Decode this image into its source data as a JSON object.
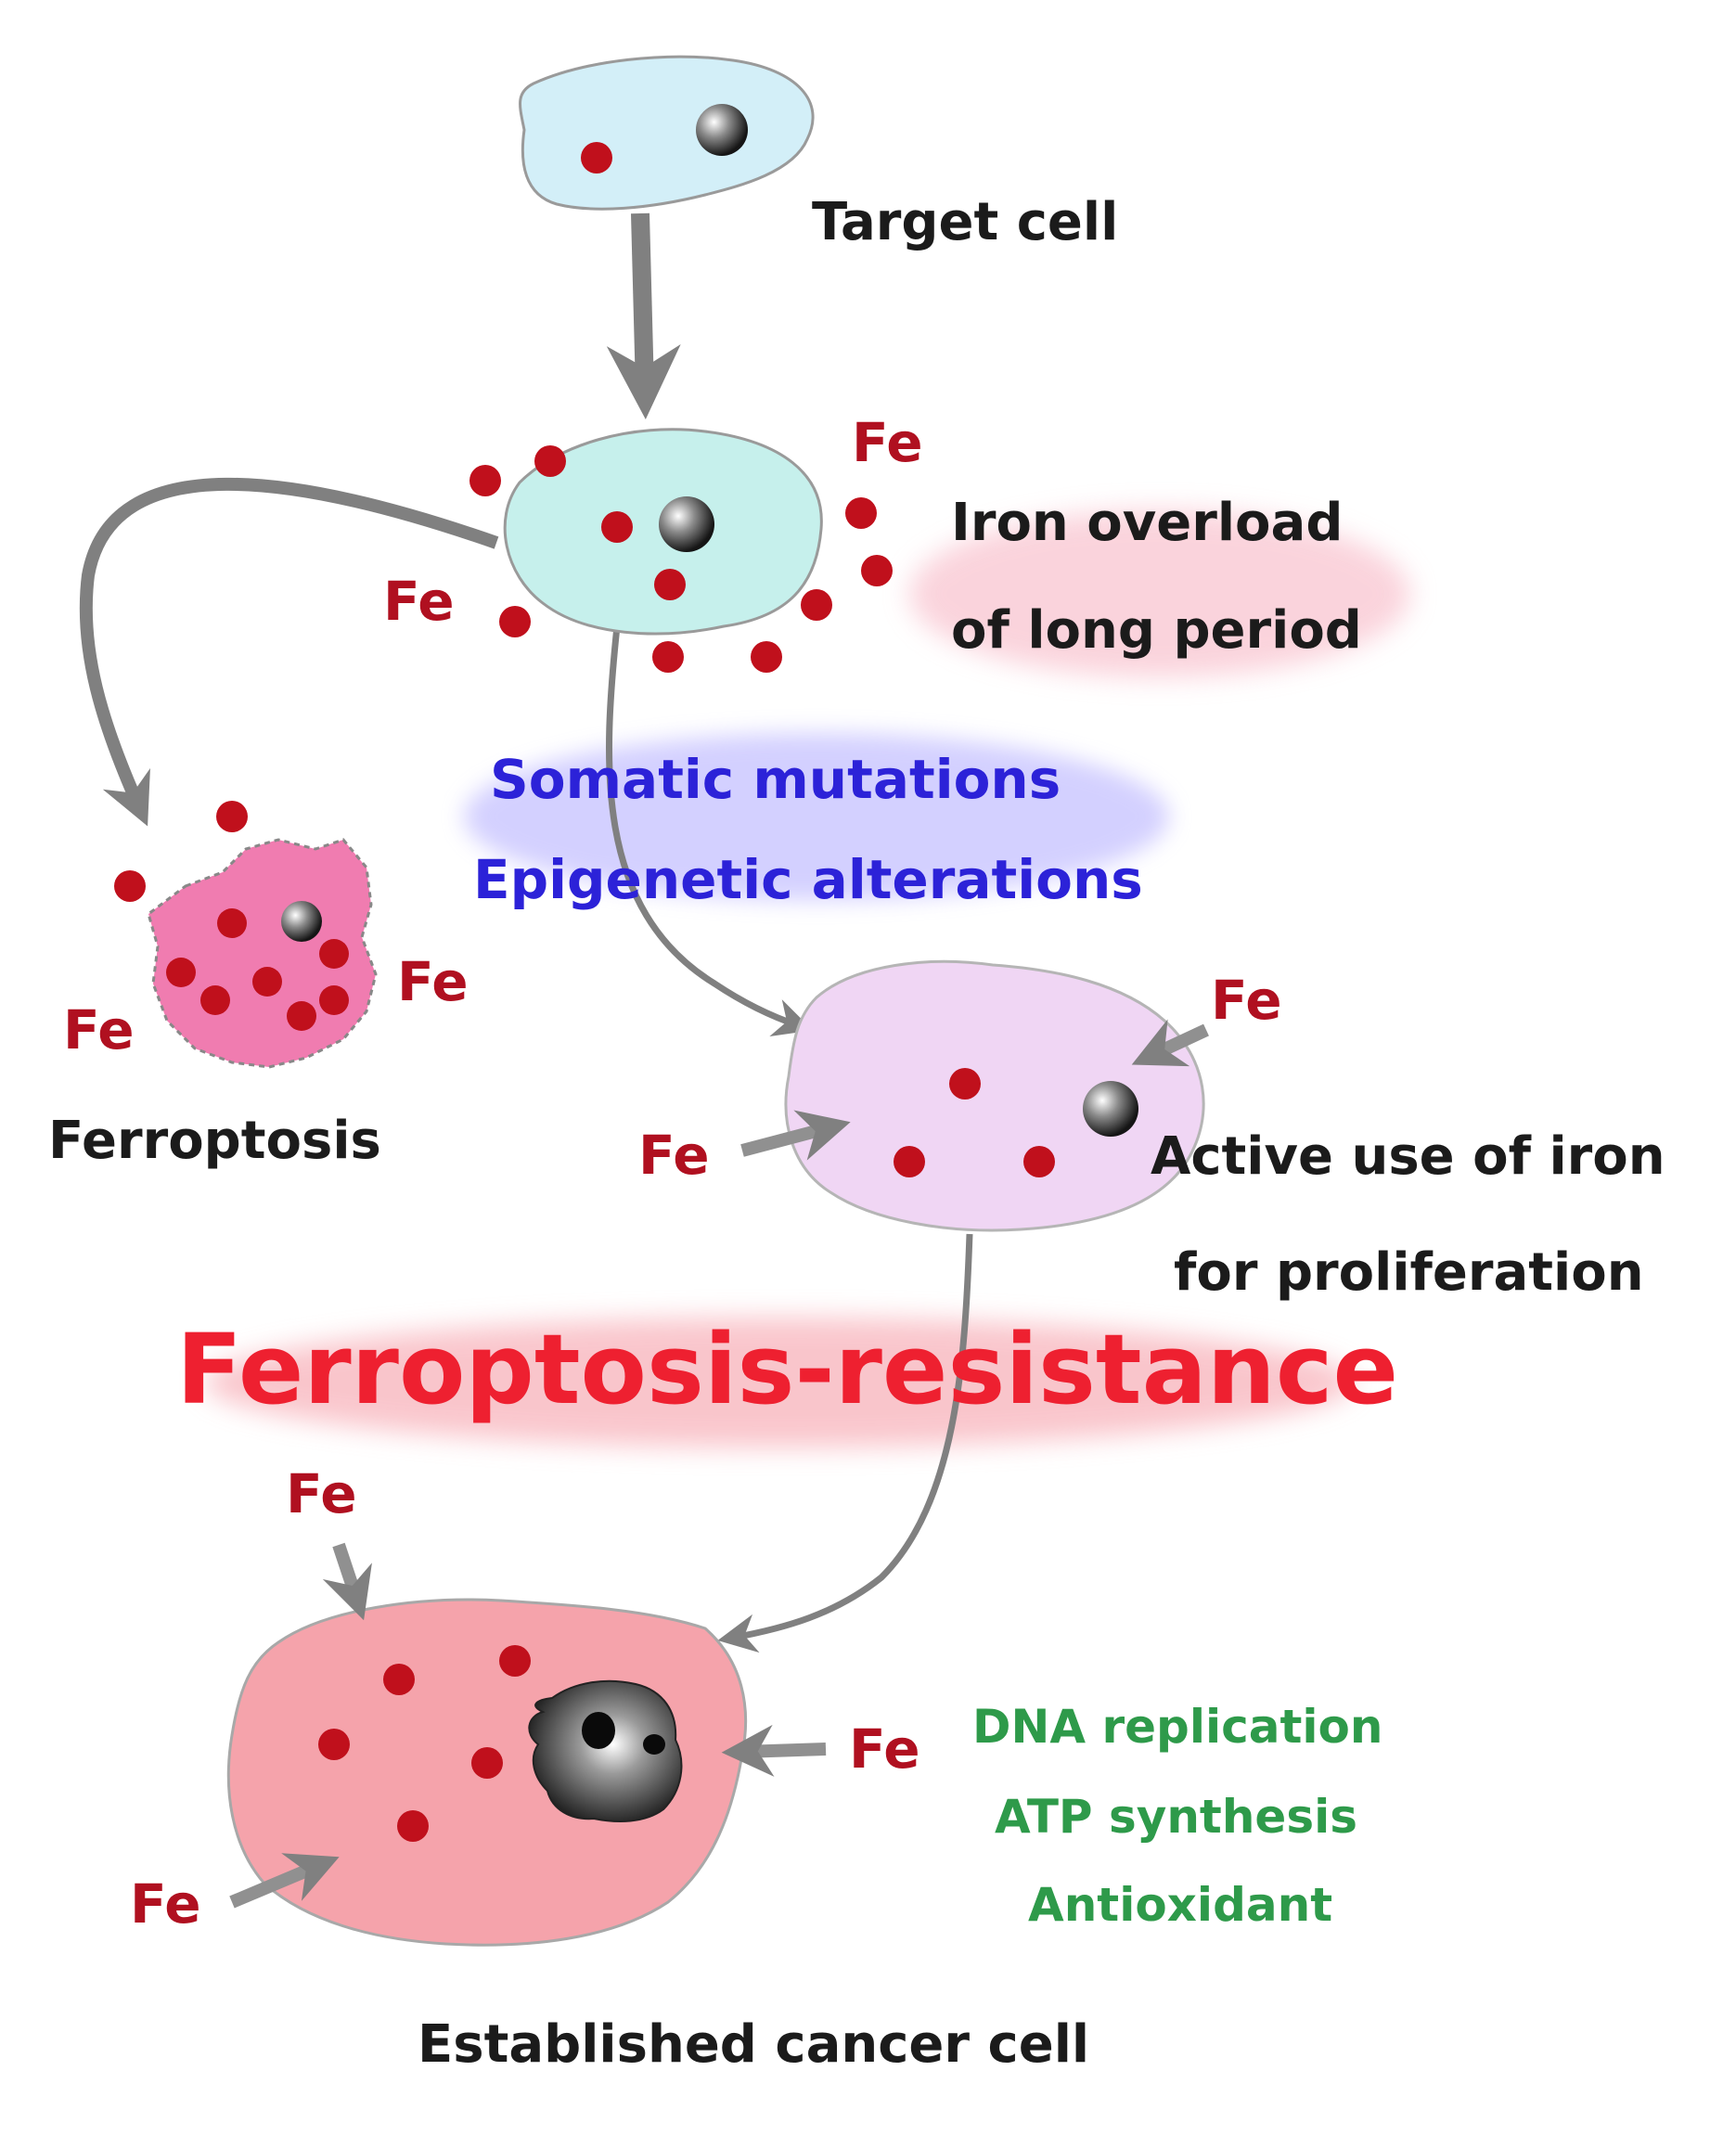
{
  "labels": {
    "target_cell": "Target cell",
    "iron_overload_1": "Iron overload",
    "iron_overload_2": "of long period",
    "somatic": "Somatic mutations",
    "epigenetic": "Epigenetic alterations",
    "ferroptosis": "Ferroptosis",
    "active_use_1": "Active use of iron",
    "active_use_2": "for proliferation",
    "resistance": "Ferroptosis-resistance",
    "established": "Established cancer cell",
    "dna": "DNA replication",
    "atp": "ATP synthesis",
    "antioxidant": "Antioxidant",
    "fe": "Fe"
  },
  "colors": {
    "iron_dot": "#c0101c",
    "arrow": "#808080",
    "target_cell_fill": "#d3eff8",
    "overload_cell_fill": "#c6f0ec",
    "ferroptosis_cell_fill": "#f07cb0",
    "proliferating_cell_fill": "#f0d6f4",
    "cancer_cell_fill": "#f5a3ab",
    "blue_text": "#2c22d8",
    "green_text": "#2e9a4a",
    "resistance_text": "#ee2030"
  }
}
